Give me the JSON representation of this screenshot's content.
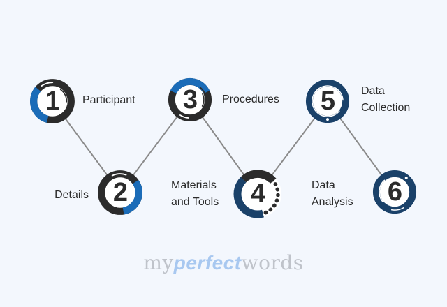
{
  "colors": {
    "bg": "#f3f7fd",
    "dark": "#2b2b2b",
    "blue": "#1b6cb8",
    "navy": "#1a4169",
    "line": "#8a8a8a",
    "text": "#2b2b2b",
    "white": "#ffffff",
    "logo-gray": "#bfc3ca",
    "logo-blue": "#a8c8f0"
  },
  "diagram": {
    "type": "numbered-zigzag-process",
    "steps": [
      {
        "number": "1",
        "label": "Participant"
      },
      {
        "number": "2",
        "label": "Details"
      },
      {
        "number": "3",
        "label": "Procedures"
      },
      {
        "number": "4",
        "label": "Materials and Tools"
      },
      {
        "number": "5",
        "label": "Data Collection"
      },
      {
        "number": "6",
        "label": "Data Analysis"
      }
    ]
  },
  "logo": {
    "part1": "my",
    "part2": "perfect",
    "part3": "words"
  }
}
